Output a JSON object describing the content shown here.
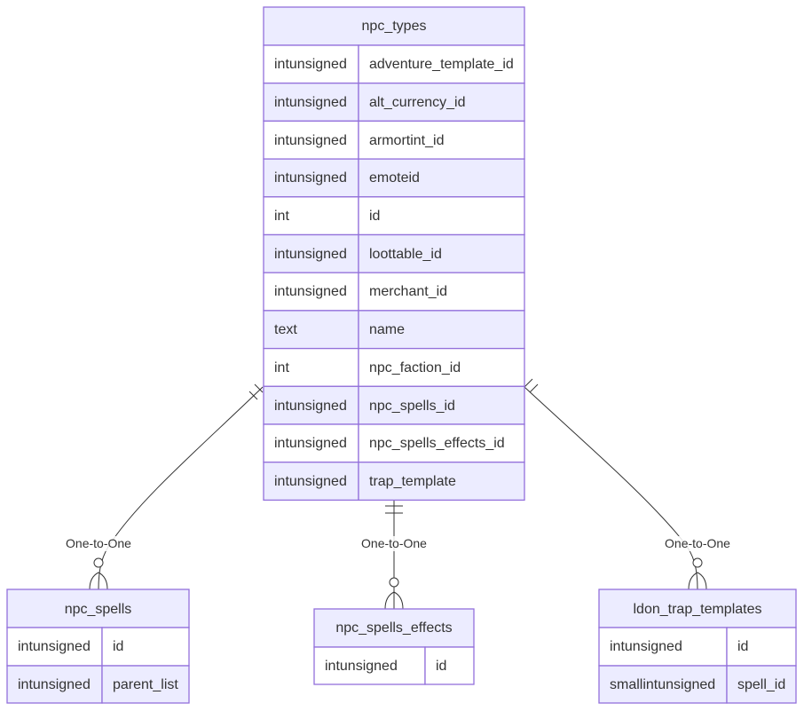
{
  "entities": {
    "npc_types": {
      "name": "npc_types",
      "attributes": [
        {
          "type": "intunsigned",
          "name": "adventure_template_id"
        },
        {
          "type": "intunsigned",
          "name": "alt_currency_id"
        },
        {
          "type": "intunsigned",
          "name": "armortint_id"
        },
        {
          "type": "intunsigned",
          "name": "emoteid"
        },
        {
          "type": "int",
          "name": "id"
        },
        {
          "type": "intunsigned",
          "name": "loottable_id"
        },
        {
          "type": "intunsigned",
          "name": "merchant_id"
        },
        {
          "type": "text",
          "name": "name"
        },
        {
          "type": "int",
          "name": "npc_faction_id"
        },
        {
          "type": "intunsigned",
          "name": "npc_spells_id"
        },
        {
          "type": "intunsigned",
          "name": "npc_spells_effects_id"
        },
        {
          "type": "intunsigned",
          "name": "trap_template"
        }
      ]
    },
    "npc_spells": {
      "name": "npc_spells",
      "attributes": [
        {
          "type": "intunsigned",
          "name": "id"
        },
        {
          "type": "intunsigned",
          "name": "parent_list"
        }
      ]
    },
    "npc_spells_effects": {
      "name": "npc_spells_effects",
      "attributes": [
        {
          "type": "intunsigned",
          "name": "id"
        }
      ]
    },
    "ldon_trap_templates": {
      "name": "ldon_trap_templates",
      "attributes": [
        {
          "type": "intunsigned",
          "name": "id"
        },
        {
          "type": "smallintunsigned",
          "name": "spell_id"
        }
      ]
    }
  },
  "relationships": [
    {
      "from": "npc_types",
      "to": "npc_spells",
      "label": "One-to-One"
    },
    {
      "from": "npc_types",
      "to": "npc_spells_effects",
      "label": "One-to-One"
    },
    {
      "from": "npc_types",
      "to": "ldon_trap_templates",
      "label": "One-to-One"
    }
  ]
}
